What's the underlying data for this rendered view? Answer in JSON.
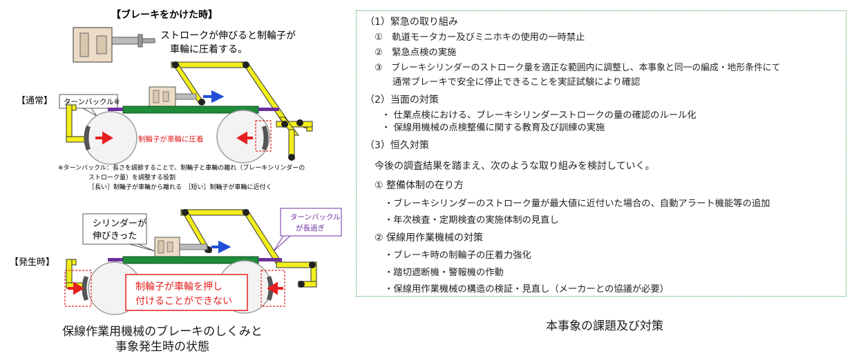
{
  "left": {
    "brake_title": "【ブレーキをかけた時】",
    "stroke_note_1": "ストロークが伸びると制輪子が",
    "stroke_note_2": "車輪に圧着する。",
    "normal_label": "【通常】",
    "turnbuckle_callout": "ターンバックル※",
    "shoe_pressed": "制輪子が車輪に圧着",
    "footnote_1": "※ターンバックル：長さを調節することで、制輪子と車輪の離れ（ブレーキシリンダーの",
    "footnote_2": "ストローク量）を調整する役割",
    "footnote_3": "［長い］制輪子が車輪から離れる　［短い］制輪子が車輪に近付く",
    "cylinder_callout_1": "シリンダーが",
    "cylinder_callout_2": "伸びきった",
    "turnbuckle_long_1": "ターンバックル",
    "turnbuckle_long_2": "が長過ぎ",
    "incident_label": "【発生時】",
    "fail_text_1": "制輪子が車輪を押し",
    "fail_text_2": "付けることができない",
    "caption_1": "保線作業用機械のブレーキのしくみと",
    "caption_2": "事象発生時の状態"
  },
  "right": {
    "lines": [
      "（1）緊急の取り組み",
      "①　軌道モータカー及びミニホキの使用の一時禁止",
      "②　緊急点検の実施",
      "③　ブレーキシリンダーのストローク量を適正な範囲内に調整し、本事象と同一の編成・地形条件にて",
      "通常ブレーキで安全に停止できることを実証試験により確認",
      "（2）当面の対策",
      "・ 仕業点検における、ブレーキシリンダーストロークの量の確認のルール化",
      "・ 保線用機械の点検整備に関する教育及び訓練の実施",
      "（3）恒久対策",
      "今後の調査結果を踏まえ、次のような取り組みを検討していく。",
      "①  整備体制の在り方",
      "・ブレーキシリンダーのストローク量が最大値に近付いた場合の、自動アラート機能等の追加",
      "・年次検査・定期検査の実施体制の見直し",
      "②  保線用作業機械の対策",
      "・ブレーキ時の制輪子の圧着力強化",
      "・踏切遮断機・警報機の作動",
      "・保線用作業機械の構造の検証・見直し（メーカーとの協議が必要）"
    ],
    "caption": "本事象の課題及び対策"
  },
  "colors": {
    "yellow_link": "#f2ee1c",
    "green_beam": "#1e8c3a",
    "purple_rod": "#6b2fa0",
    "red_arrow": "#e61e1e",
    "blue_arrow": "#1f4fd8",
    "cylinder_beige": "#ecdcc6",
    "frame_green_dotted": "#3aa04a"
  }
}
